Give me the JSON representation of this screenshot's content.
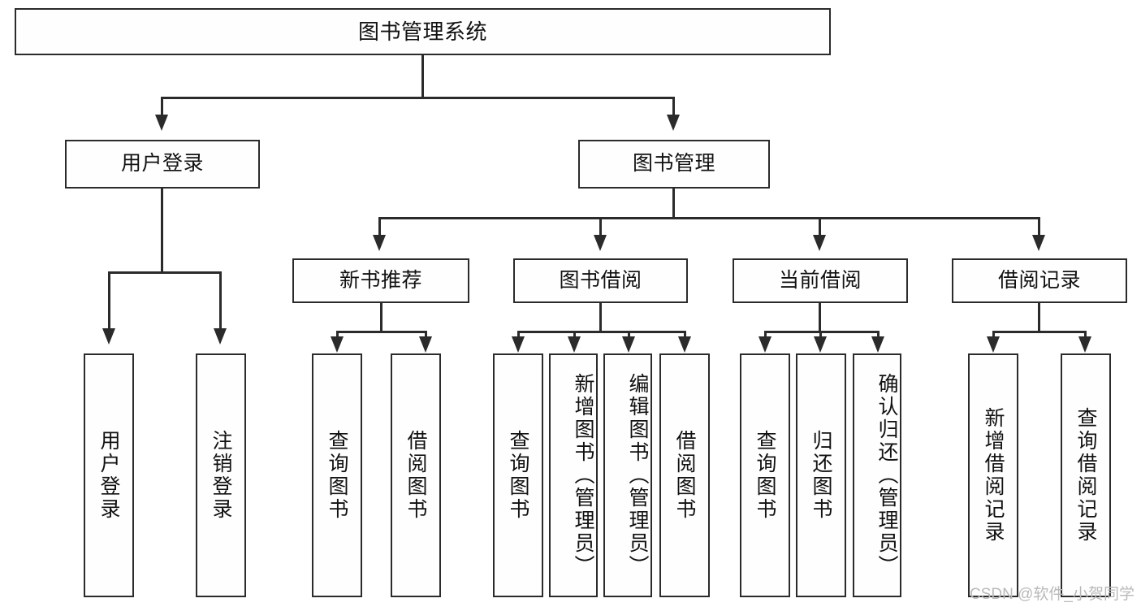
{
  "diagram": {
    "type": "tree",
    "title": "图书管理系统",
    "orientation": "top-down",
    "colors": {
      "box_border": "#2b2b2b",
      "box_fill": "#fefefe",
      "connector": "#2b2b2b",
      "text": "#111111",
      "watermark": "#b9b9b9"
    }
  },
  "watermark": {
    "text": "CSDN @软件_小贺同学"
  },
  "nodes": {
    "root": {
      "label": "图书管理系统"
    },
    "level2": [
      {
        "id": "user-login",
        "label": "用户登录"
      },
      {
        "id": "book-manage",
        "label": "图书管理"
      }
    ],
    "level3": [
      {
        "id": "new-book-rec",
        "label": "新书推荐"
      },
      {
        "id": "book-borrow",
        "label": "图书借阅"
      },
      {
        "id": "current-borrow",
        "label": "当前借阅"
      },
      {
        "id": "borrow-record",
        "label": "借阅记录"
      }
    ],
    "leaves": {
      "user_login": [
        {
          "id": "leaf-user-login",
          "label": "用户登录"
        },
        {
          "id": "leaf-logout",
          "label": "注销登录"
        }
      ],
      "new_book_rec": [
        {
          "id": "leaf-query-book-1",
          "label": "查询图书"
        },
        {
          "id": "leaf-borrow-book-1",
          "label": "借阅图书"
        }
      ],
      "book_borrow": [
        {
          "id": "leaf-query-book-2",
          "label": "查询图书"
        },
        {
          "id": "leaf-add-book",
          "label": "新增图书（管理员）"
        },
        {
          "id": "leaf-edit-book",
          "label": "编辑图书（管理员）"
        },
        {
          "id": "leaf-borrow-book-2",
          "label": "借阅图书"
        }
      ],
      "current_borrow": [
        {
          "id": "leaf-query-book-3",
          "label": "查询图书"
        },
        {
          "id": "leaf-return-book",
          "label": "归还图书"
        },
        {
          "id": "leaf-confirm-return",
          "label": "确认归还（管理员）"
        }
      ],
      "borrow_record": [
        {
          "id": "leaf-add-record",
          "label": "新增借阅记录"
        },
        {
          "id": "leaf-query-record",
          "label": "查询借阅记录"
        }
      ]
    }
  }
}
